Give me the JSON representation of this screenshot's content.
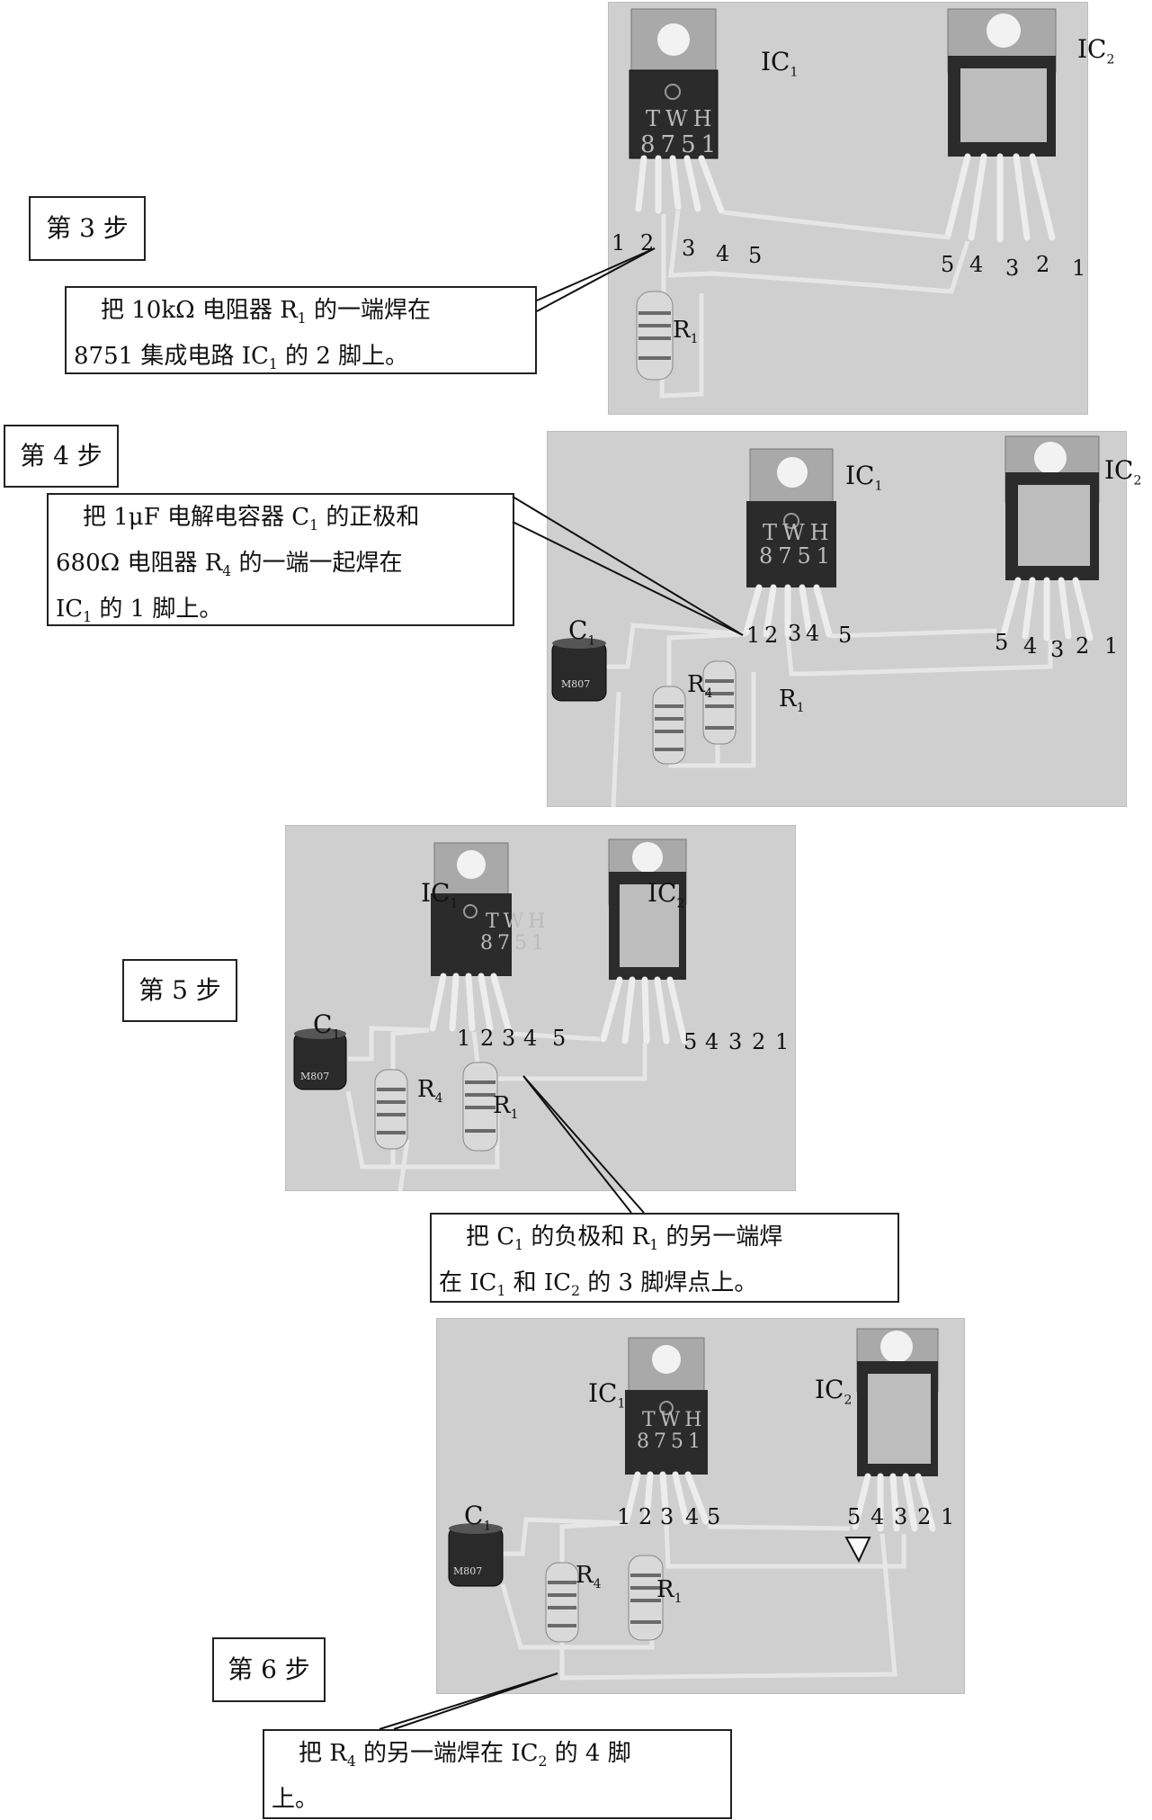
{
  "steps": [
    {
      "step_label": "第 3 步",
      "ic1": "IC",
      "ic1_sub": "1",
      "ic2": "IC",
      "ic2_sub": "2",
      "chip_text_1": "TWH",
      "chip_text_2": "8751",
      "r1": "R",
      "r1_sub": "1",
      "ic1_pins": [
        "1",
        "2",
        "3",
        "4",
        "5"
      ],
      "ic2_pins": [
        "5",
        "4",
        "3",
        "2",
        "1"
      ],
      "callout": {
        "l1a": "把 10kΩ 电阻器 R",
        "l1sub": "1",
        "l1b": " 的一端焊在",
        "l2a": "8751 集成电路 IC",
        "l2sub": "1",
        "l2b": " 的 2 脚上。"
      }
    },
    {
      "step_label": "第 4 步",
      "ic1": "IC",
      "ic1_sub": "1",
      "ic2": "IC",
      "ic2_sub": "2",
      "chip_text_1": "TWH",
      "chip_text_2": "8751",
      "c1": "C",
      "c1_sub": "1",
      "r4": "R",
      "r4_sub": "4",
      "r1": "R",
      "r1_sub": "1",
      "cap_text": "M807",
      "ic1_pins": [
        "1",
        "2",
        "3",
        "4",
        "5"
      ],
      "ic2_pins": [
        "5",
        "4",
        "3",
        "2",
        "1"
      ],
      "callout": {
        "l1a": "把 1μF 电解电容器 C",
        "l1sub": "1",
        "l1b": " 的正极和",
        "l2a": "680Ω 电阻器 R",
        "l2sub": "4",
        "l2b": " 的一端一起焊在",
        "l3a": "IC",
        "l3sub": "1",
        "l3b": " 的 1 脚上。"
      }
    },
    {
      "step_label": "第 5 步",
      "ic1": "IC",
      "ic1_sub": "1",
      "ic2": "IC",
      "ic2_sub": "2",
      "chip_text_1": "TWH",
      "chip_text_2": "8751",
      "c1": "C",
      "c1_sub": "1",
      "r4": "R",
      "r4_sub": "4",
      "r1": "R",
      "r1_sub": "1",
      "cap_text": "M807",
      "ic1_pins": [
        "1",
        "2",
        "3",
        "4",
        "5"
      ],
      "ic2_pins": [
        "5",
        "4",
        "3",
        "2",
        "1"
      ],
      "callout": {
        "l1a": "把 C",
        "l1sub": "1",
        "l1b": " 的负极和 R",
        "l1sub2": "1",
        "l1c": " 的另一端焊",
        "l2a": "在 IC",
        "l2sub": "1",
        "l2b": " 和 IC",
        "l2sub2": "2",
        "l2c": " 的 3 脚焊点上。"
      }
    },
    {
      "step_label": "第 6 步",
      "ic1": "IC",
      "ic1_sub": "1",
      "ic2": "IC",
      "ic2_sub": "2",
      "chip_text_1": "TWH",
      "chip_text_2": "8751",
      "c1": "C",
      "c1_sub": "1",
      "r4": "R",
      "r4_sub": "4",
      "r1": "R",
      "r1_sub": "1",
      "cap_text": "M807",
      "ic1_pins": [
        "1",
        "2",
        "3",
        "4",
        "5"
      ],
      "ic2_pins": [
        "5",
        "4",
        "3",
        "2",
        "1"
      ],
      "callout": {
        "l1a": "把 R",
        "l1sub": "4",
        "l1b": " 的另一端焊在 IC",
        "l1sub2": "2",
        "l1c": " 的 4 脚",
        "l2a": "上。"
      }
    }
  ]
}
